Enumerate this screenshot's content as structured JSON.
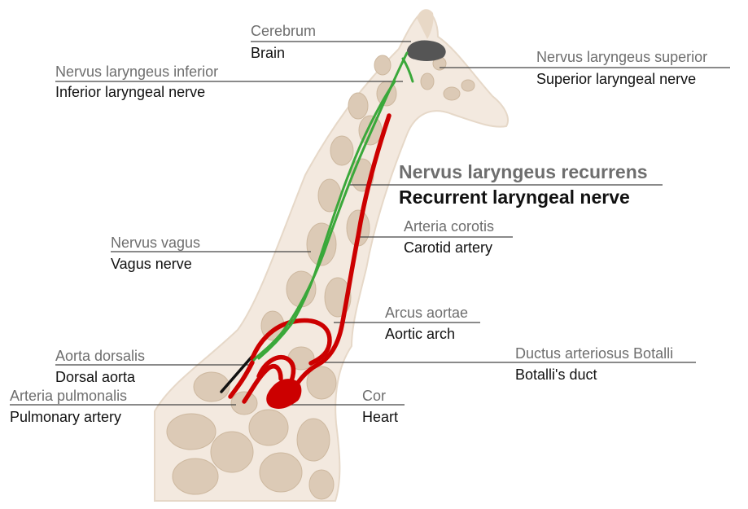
{
  "labels": {
    "cerebrum": {
      "latin": "Cerebrum",
      "english": "Brain"
    },
    "laryngeus_inferior": {
      "latin": "Nervus laryngeus inferior",
      "english": "Inferior laryngeal nerve"
    },
    "laryngeus_superior": {
      "latin": "Nervus laryngeus superior",
      "english": "Superior laryngeal nerve"
    },
    "recurrens": {
      "latin": "Nervus laryngeus recurrens",
      "english": "Recurrent laryngeal nerve"
    },
    "corotis": {
      "latin": "Arteria corotis",
      "english": "Carotid artery"
    },
    "vagus": {
      "latin": "Nervus vagus",
      "english": "Vagus nerve"
    },
    "arcus": {
      "latin": "Arcus aortae",
      "english": "Aortic arch"
    },
    "aorta_dorsalis": {
      "latin": "Aorta dorsalis",
      "english": "Dorsal aorta"
    },
    "ductus": {
      "latin": "Ductus arteriosus Botalli",
      "english": "Botalli's duct"
    },
    "pulmonalis": {
      "latin": "Arteria pulmonalis",
      "english": "Pulmonary artery"
    },
    "cor": {
      "latin": "Cor",
      "english": "Heart"
    }
  },
  "colors": {
    "nerve": "#3aa83a",
    "artery": "#cc0000",
    "dorsal_aorta": "#111111",
    "brain": "#555555",
    "skin": "#f3e9df",
    "patch": "#dccab6",
    "leader": "#444444"
  }
}
